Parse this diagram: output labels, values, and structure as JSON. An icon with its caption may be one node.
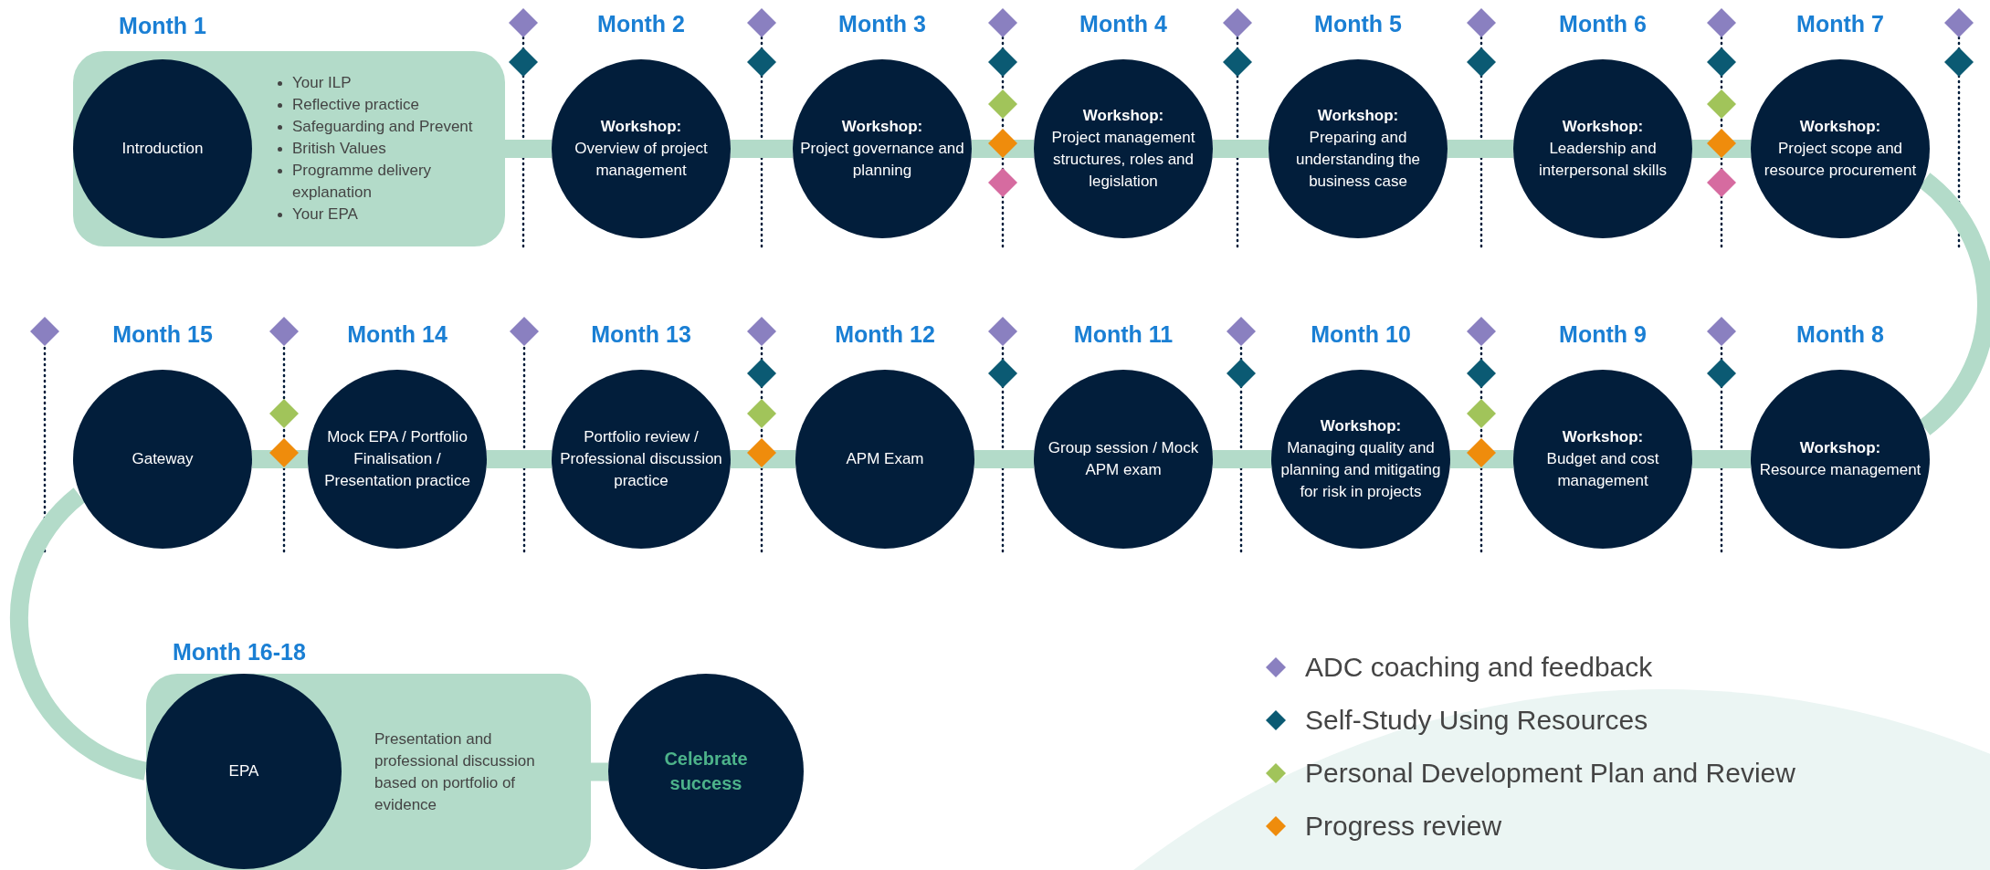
{
  "diagram": {
    "nodes": [
      {
        "text": [
          "Month 1",
          "Your ILP",
          "Reflective practice",
          "Safeguarding and Prevent",
          "British Values",
          "Programme delivery explanation",
          "Your EPA"
        ]
      },
      {
        "text": [
          "Introduction"
        ],
        "in": 0
      },
      {
        "text": [
          "Month 2",
          "Workshop:",
          "Overview of project management"
        ]
      },
      {
        "text": [
          "Month 3",
          "Workshop:",
          "Project governance and planning"
        ]
      },
      {
        "text": [
          "Month 4",
          "Workshop:",
          "Project management structures, roles and legislation"
        ]
      },
      {
        "text": [
          "Month 5",
          "Workshop:",
          "Preparing and understanding the business case"
        ]
      },
      {
        "text": [
          "Month 6",
          "Workshop:",
          "Leadership and interpersonal skills"
        ]
      },
      {
        "text": [
          "Month 7",
          "Workshop:",
          "Project scope and resource procurement"
        ]
      },
      {
        "text": [
          "Month 8",
          "Workshop:",
          "Resource management"
        ]
      },
      {
        "text": [
          "Month 9",
          "Workshop:",
          "Budget and cost management"
        ]
      },
      {
        "text": [
          "Month 10",
          "Workshop:",
          "Managing quality and planning and mitigating for risk in projects"
        ]
      },
      {
        "text": [
          "Month 11",
          "Group session / Mock APM exam"
        ]
      },
      {
        "text": [
          "Month 12",
          "APM Exam"
        ]
      },
      {
        "text": [
          "Month 13",
          "Portfolio review / Professional discussion practice"
        ]
      },
      {
        "text": [
          "Month 14",
          "Mock EPA / Portfolio Finalisation / Presentation practice"
        ]
      },
      {
        "text": [
          "Month 15",
          "Gateway"
        ]
      },
      {
        "text": [
          "Month 16-18",
          "Presentation and professional discussion based on portfolio of evidence"
        ]
      },
      {
        "text": [
          "EPA"
        ],
        "in": 16
      },
      {
        "text": [
          "Celebrate success"
        ]
      }
    ],
    "edges": [
      {
        "from": 0,
        "to": 2,
        "arrow": "none"
      },
      {
        "from": 2,
        "to": 3,
        "arrow": "none"
      },
      {
        "from": 3,
        "to": 4,
        "arrow": "none"
      },
      {
        "from": 4,
        "to": 5,
        "arrow": "none"
      },
      {
        "from": 5,
        "to": 6,
        "arrow": "none"
      },
      {
        "from": 6,
        "to": 7,
        "arrow": "none"
      },
      {
        "from": 7,
        "to": 8,
        "arrow": "none"
      },
      {
        "from": 8,
        "to": 9,
        "arrow": "none"
      },
      {
        "from": 9,
        "to": 10,
        "arrow": "none"
      },
      {
        "from": 10,
        "to": 11,
        "arrow": "none"
      },
      {
        "from": 11,
        "to": 12,
        "arrow": "none"
      },
      {
        "from": 12,
        "to": 13,
        "arrow": "none"
      },
      {
        "from": 13,
        "to": 14,
        "arrow": "none"
      },
      {
        "from": 14,
        "to": 15,
        "arrow": "none"
      },
      {
        "from": 15,
        "to": 17,
        "arrow": "none"
      },
      {
        "from": 16,
        "to": 18,
        "arrow": "none"
      }
    ],
    "legend": [
      {
        "text": "ADC coaching and feedback",
        "color": "#8a80c0"
      },
      {
        "text": "Self-Study Using Resources",
        "color": "#0b5a73"
      },
      {
        "text": "Personal Development Plan and Review",
        "color": "#a1c45a"
      },
      {
        "text": "Progress review",
        "color": "#ef8c0c"
      }
    ]
  }
}
